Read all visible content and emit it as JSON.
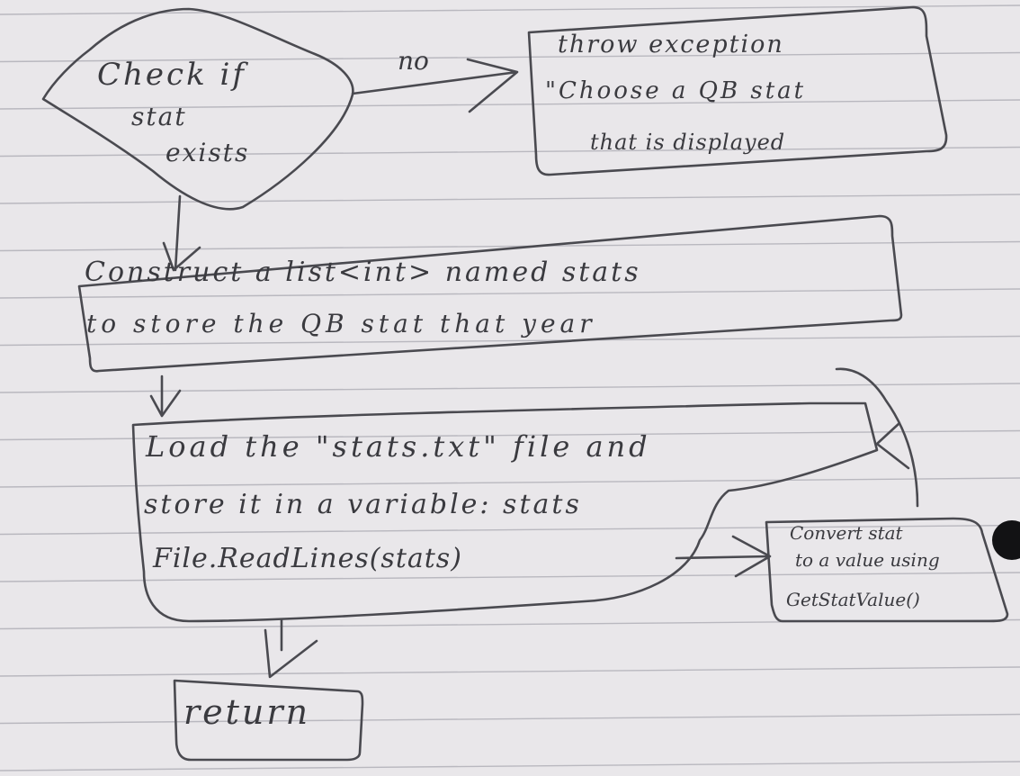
{
  "diagram": {
    "decision": {
      "lines": [
        "Check if",
        "stat",
        "exists"
      ]
    },
    "edge_no_label": "no",
    "exception_box": {
      "lines": [
        "throw exception",
        "\"Choose a QB stat",
        "that is displayed"
      ]
    },
    "construct_box": {
      "lines": [
        "Construct a list<int> named stats",
        "to store the QB stat that year"
      ]
    },
    "load_box": {
      "lines": [
        "Load the \"stats.txt\" file and",
        "store it in a variable: stats",
        "File.ReadLines(stats)"
      ]
    },
    "convert_box": {
      "lines": [
        "Convert stat",
        "to a value using",
        "GetStatValue()"
      ]
    },
    "return_box": {
      "lines": [
        "return"
      ]
    }
  },
  "colors": {
    "paper": "#e9e7ea",
    "rule_lines": "#b9b8bf",
    "ink": "#3a3a3f"
  }
}
